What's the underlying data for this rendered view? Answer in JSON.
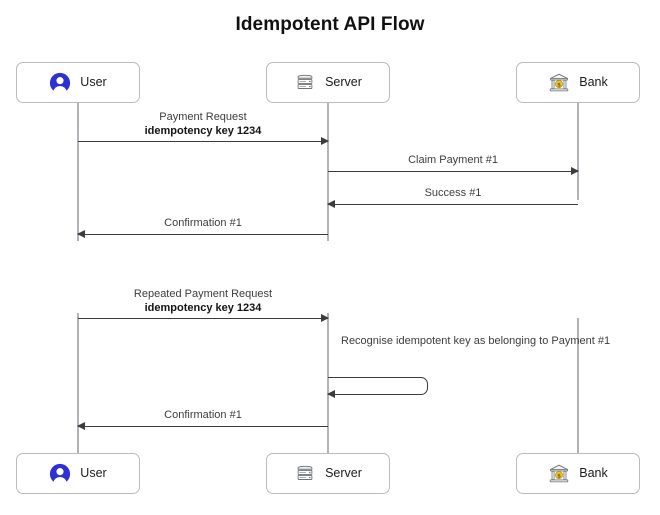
{
  "diagram": {
    "title": "Idempotent API Flow",
    "type": "sequence-diagram"
  },
  "participants": [
    {
      "id": "user",
      "label": "User",
      "icon": "user-avatar-icon",
      "accent": "#2f2fd8"
    },
    {
      "id": "server",
      "label": "Server",
      "icon": "server-rack-icon",
      "accent": "#6f7276"
    },
    {
      "id": "bank",
      "label": "Bank",
      "icon": "bank-building-icon",
      "accent": "#e8c020"
    }
  ],
  "messages": {
    "payment_request": {
      "line1": "Payment Request",
      "line2": "idempotency key 1234",
      "from": "User",
      "to": "Server",
      "direction": "right"
    },
    "claim_payment": {
      "line1": "Claim Payment #1",
      "from": "Server",
      "to": "Bank",
      "direction": "right"
    },
    "success": {
      "line1": "Success #1",
      "from": "Bank",
      "to": "Server",
      "direction": "left"
    },
    "confirmation_1": {
      "line1": "Confirmation #1",
      "from": "Server",
      "to": "User",
      "direction": "left"
    },
    "repeated_payment_request": {
      "line1": "Repeated Payment Request",
      "line2": "idempotency key 1234",
      "from": "User",
      "to": "Server",
      "direction": "right"
    },
    "recognise_self": {
      "line1": "Recognise idempotent key",
      "line2": "as belonging to Payment #1",
      "from": "Server",
      "to": "Server",
      "direction": "self"
    },
    "confirmation_2": {
      "line1": "Confirmation #1",
      "from": "Server",
      "to": "User",
      "direction": "left"
    }
  },
  "colors": {
    "lifeline": "#b0b3b7",
    "arrow": "#3c3c3c",
    "box_border": "#b9bcc0",
    "title": "#111111",
    "background": "#ffffff"
  }
}
